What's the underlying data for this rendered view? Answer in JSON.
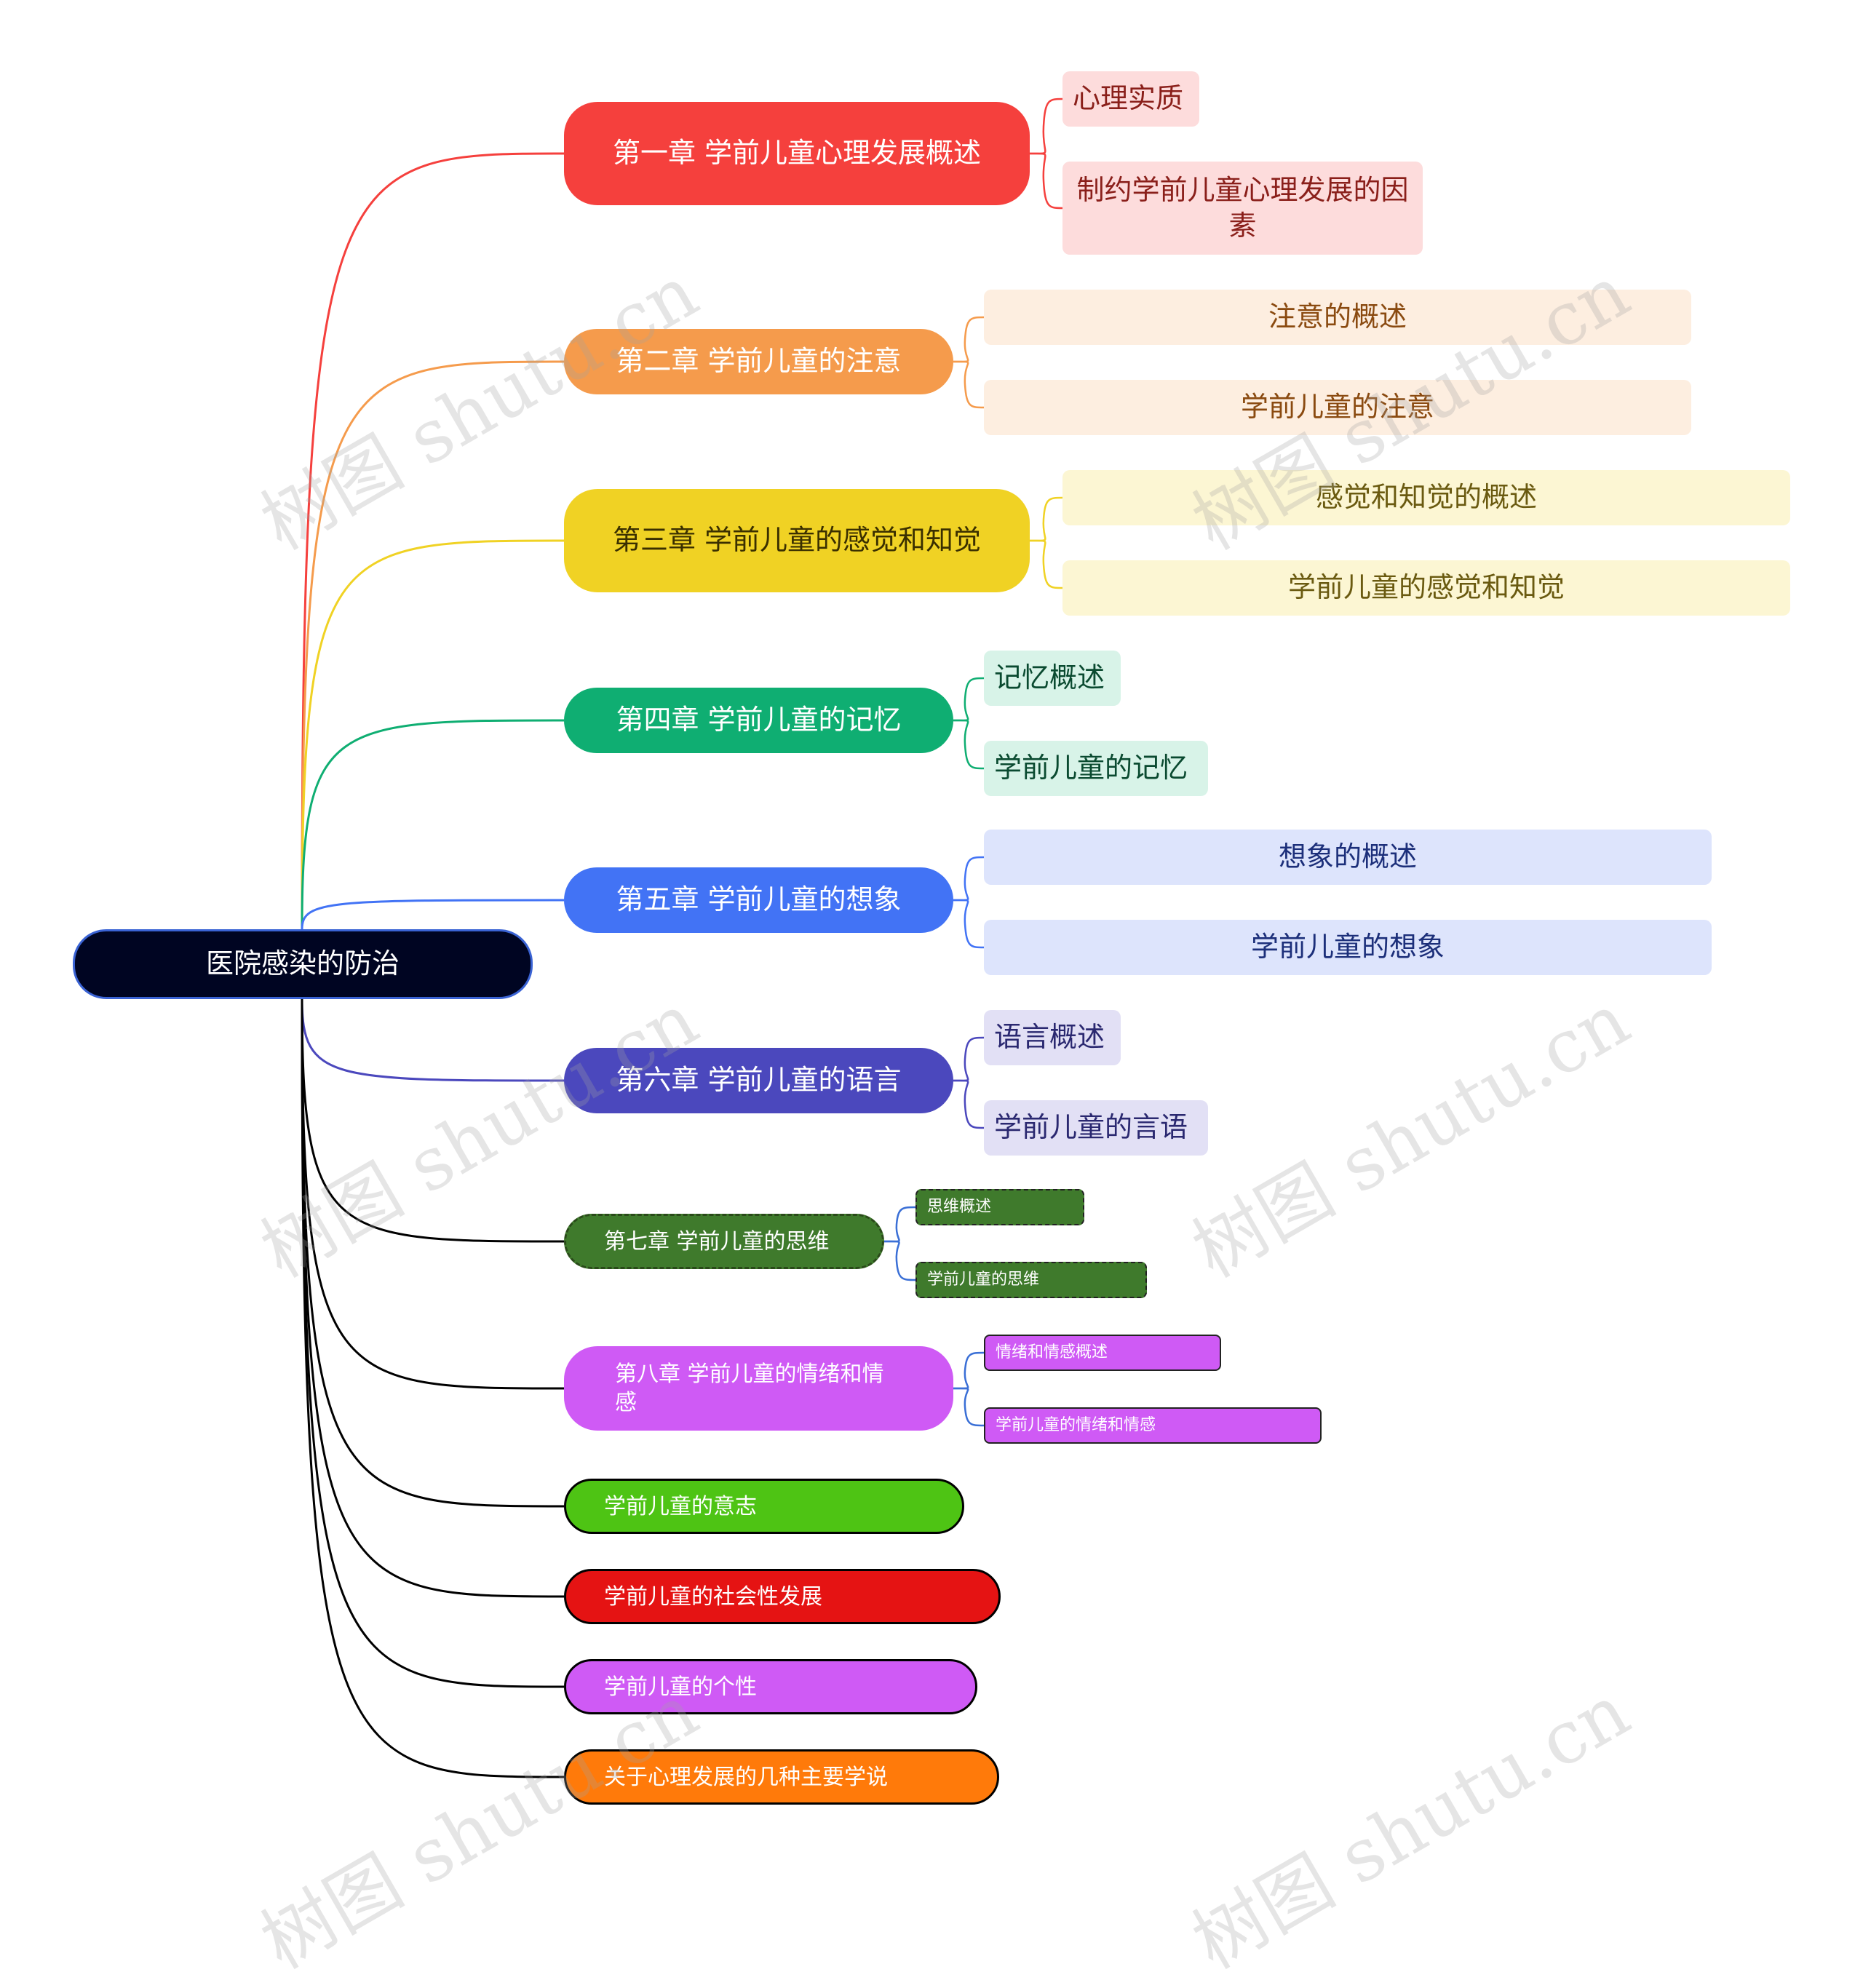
{
  "root": {
    "label": "医院感染的防治"
  },
  "chapters": [
    {
      "label": "第一章 学前儿童心理发展概述",
      "color": "#f5403d",
      "children": [
        {
          "label": "心理实质"
        },
        {
          "label": "制约学前儿童心理发展的因素"
        }
      ]
    },
    {
      "label": "第二章 学前儿童的注意",
      "color": "#f59b4c",
      "children": [
        {
          "label": "注意的概述"
        },
        {
          "label": "学前儿童的注意"
        }
      ]
    },
    {
      "label": "第三章 学前儿童的感觉和知觉",
      "color": "#f0d224",
      "children": [
        {
          "label": "感觉和知觉的概述"
        },
        {
          "label": "学前儿童的感觉和知觉"
        }
      ]
    },
    {
      "label": "第四章 学前儿童的记忆",
      "color": "#0fae72",
      "children": [
        {
          "label": "记忆概述"
        },
        {
          "label": "学前儿童的记忆"
        }
      ]
    },
    {
      "label": "第五章 学前儿童的想象",
      "color": "#4273f5",
      "children": [
        {
          "label": "想象的概述"
        },
        {
          "label": "学前儿童的想象"
        }
      ]
    },
    {
      "label": "第六章 学前儿童的语言",
      "color": "#4b48bd",
      "children": [
        {
          "label": "语言概述"
        },
        {
          "label": "学前儿童的言语"
        }
      ]
    },
    {
      "label": "第七章 学前儿童的思维",
      "color": "#3f7a2c",
      "children": [
        {
          "label": "思维概述"
        },
        {
          "label": "学前儿童的思维"
        }
      ]
    },
    {
      "label": "第八章 学前儿童的情绪和情感",
      "color": "#cf5af5",
      "children": [
        {
          "label": "情绪和情感概述"
        },
        {
          "label": "学前儿童的情绪和情感"
        }
      ]
    },
    {
      "label": "学前儿童的意志",
      "color": "#4ec414",
      "children": []
    },
    {
      "label": "学前儿童的社会性发展",
      "color": "#e51313",
      "children": []
    },
    {
      "label": "学前儿童的个性",
      "color": "#cf5af5",
      "children": []
    },
    {
      "label": "关于心理发展的几种主要学说",
      "color": "#ff7a0a",
      "children": []
    }
  ],
  "watermark": "树图 shutu.cn"
}
